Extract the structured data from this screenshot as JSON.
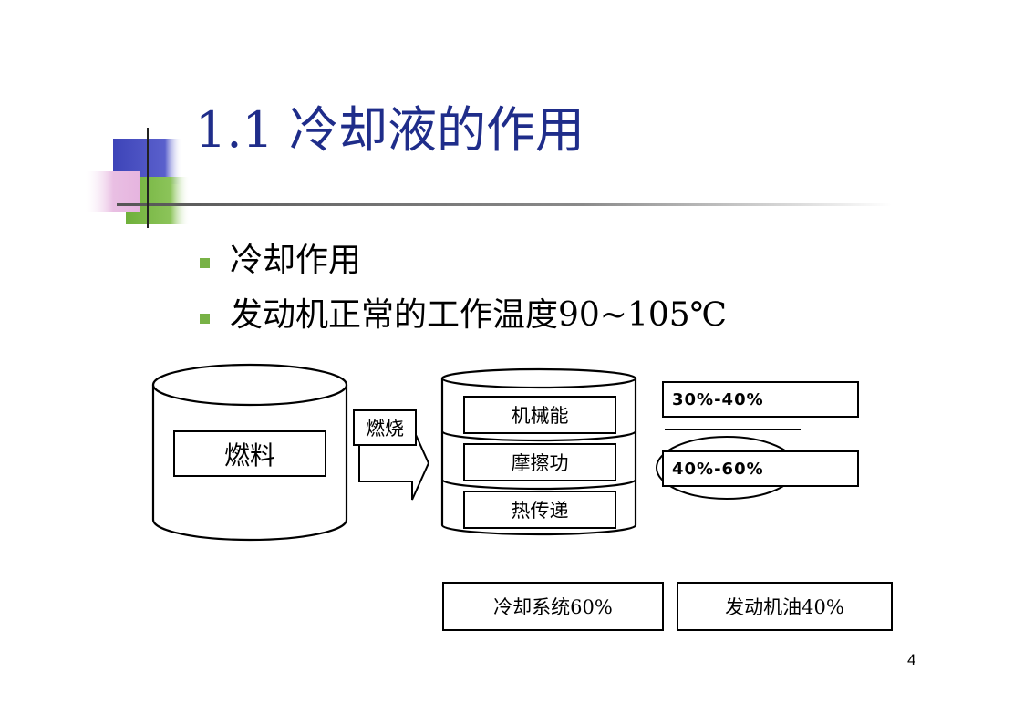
{
  "slide": {
    "title": "1.1 冷却液的作用",
    "bullets": [
      "冷却作用",
      "发动机正常的工作温度90~105℃"
    ],
    "page_number": "4"
  },
  "diagram": {
    "fuel_label": "燃料",
    "arrow_label": "燃烧",
    "energy_items": [
      "机械能",
      "摩擦功",
      "热传递"
    ],
    "percentages": [
      "30%-40%",
      "40%-60%"
    ],
    "results": [
      "冷却系统60%",
      "发动机油40%"
    ]
  },
  "colors": {
    "title": "#1f2d8a",
    "bullet": "#78b246",
    "deco_blue": "#4a4fc0",
    "deco_green": "#7bb83f",
    "deco_pink": "#e8b8e0"
  }
}
